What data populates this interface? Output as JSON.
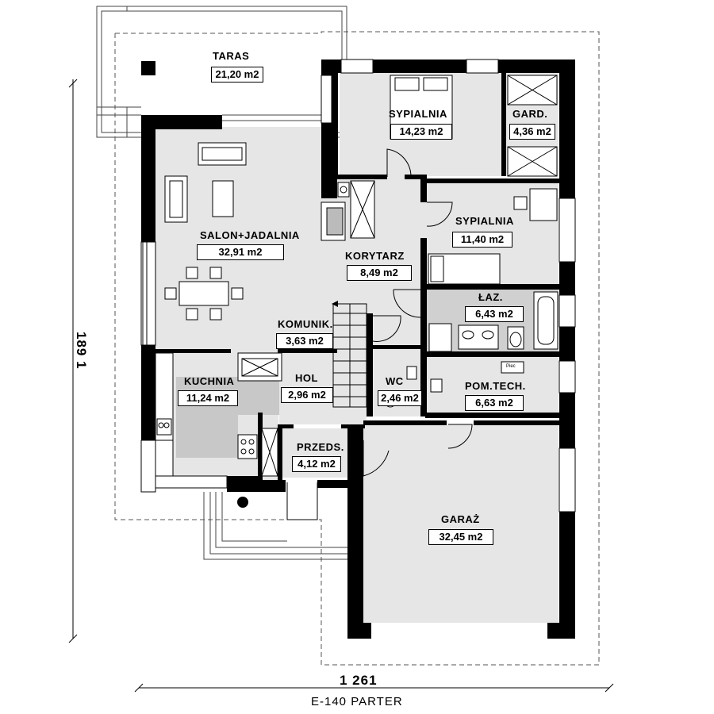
{
  "drawing": {
    "caption": "E-140 PARTER",
    "dim_width": "1 261",
    "dim_height": "189 1"
  },
  "rooms": {
    "taras": {
      "name": "TARAS",
      "area": "21,20 m2"
    },
    "sypialnia1": {
      "name": "SYPIALNIA",
      "area": "14,23 m2"
    },
    "gard": {
      "name": "GARD.",
      "area": "4,36 m2"
    },
    "salon": {
      "name": "SALON+JADALNIA",
      "area": "32,91 m2"
    },
    "sypialnia2": {
      "name": "SYPIALNIA",
      "area": "11,40 m2"
    },
    "korytarz": {
      "name": "KORYTARZ",
      "area": "8,49 m2"
    },
    "lazienka": {
      "name": "ŁAZ.",
      "area": "6,43 m2"
    },
    "komunikacja": {
      "name": "KOMUNIK.",
      "area": "3,63 m2"
    },
    "kuchnia": {
      "name": "KUCHNIA",
      "area": "11,24 m2"
    },
    "hol": {
      "name": "HOL",
      "area": "2,96 m2"
    },
    "wc": {
      "name": "WC",
      "area": "2,46 m2"
    },
    "pomtech": {
      "name": "POM.TECH.",
      "area": "6,63 m2"
    },
    "przedsionek": {
      "name": "PRZEDS.",
      "area": "4,12 m2"
    },
    "garaz": {
      "name": "GARAŻ",
      "area": "32,45 m2"
    }
  },
  "fixtures": {
    "boiler_label": "Piec"
  }
}
